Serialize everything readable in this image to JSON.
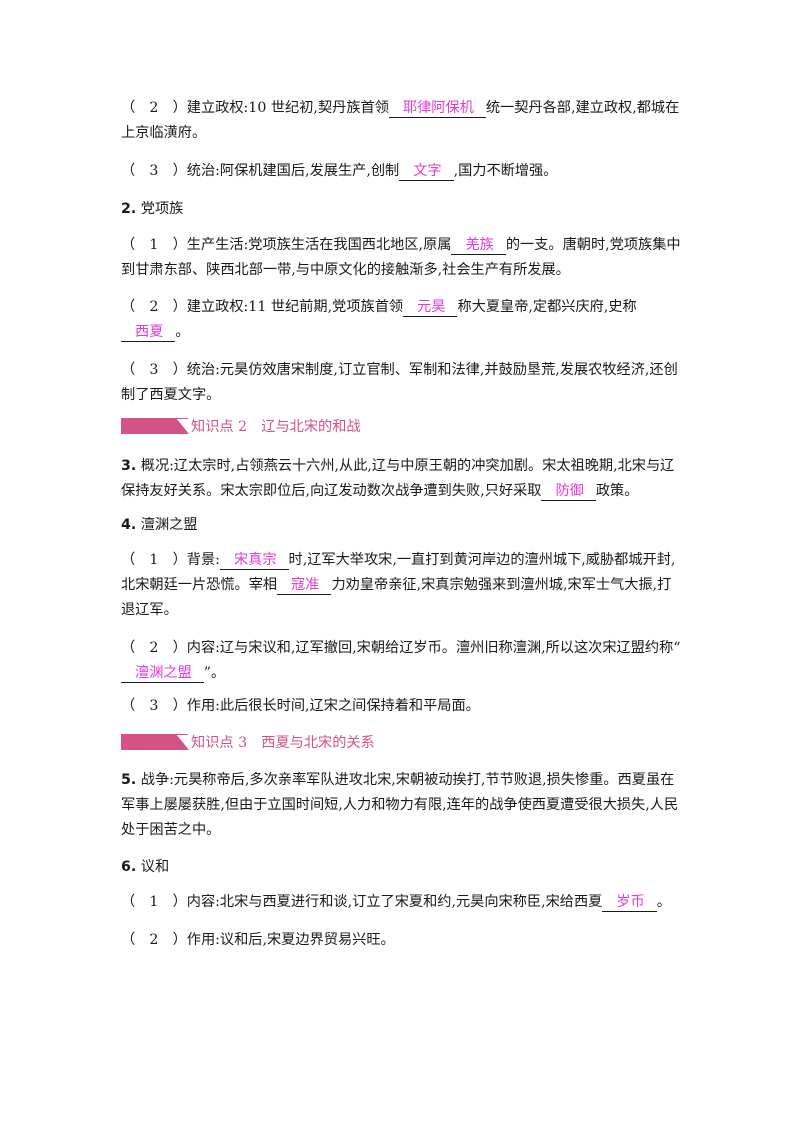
{
  "p1": {
    "pre": "（　2　）建立政权:10 世纪初,契丹族首领",
    "ans": "耶律阿保机",
    "post": "统一契丹各部,建立政权,都城在上京临潢府。"
  },
  "p2": {
    "pre": "（　3　）统治:阿保机建国后,发展生产,创制",
    "ans": "文字",
    "post": ",国力不断增强。"
  },
  "h2": {
    "num": "2.",
    "text": " 党项族"
  },
  "p3": {
    "pre": "（　1　）生产生活:党项族生活在我国西北地区,原属",
    "ans": "羌族",
    "post": "的一支。唐朝时,党项族集中到甘肃东部、陕西北部一带,与中原文化的接触渐多,社会生产有所发展。"
  },
  "p4": {
    "pre": "（　2　）建立政权:11 世纪前期,党项族首领",
    "ans": "元昊",
    "mid": "称大夏皇帝,定都兴庆府,史称",
    "ans2": "西夏",
    "post": "。"
  },
  "p5": {
    "text": "（　3　）统治:元昊仿效唐宋制度,订立官制、军制和法律,并鼓励垦荒,发展农牧经济,还创制了西夏文字。"
  },
  "sec2": {
    "text": "知识点 2　辽与北宋的和战"
  },
  "p6": {
    "num": "3.",
    "pre": " 概况:辽太宗时,占领燕云十六州,从此,辽与中原王朝的冲突加剧。宋太祖晚期,北宋与辽保持友好关系。宋太宗即位后,向辽发动数次战争遭到失败,只好采取",
    "ans": "防御",
    "post": "政策。"
  },
  "h4": {
    "num": "4.",
    "text": " 澶渊之盟"
  },
  "p7": {
    "pre": "（　1　）背景:",
    "ans": "宋真宗",
    "mid": "时,辽军大举攻宋,一直打到黄河岸边的澶州城下,威胁都城开封,北宋朝廷一片恐慌。宰相",
    "ans2": "寇准",
    "post": "力劝皇帝亲征,宋真宗勉强来到澶州城,宋军士气大振,打退辽军。"
  },
  "p8": {
    "pre": "（　2　）内容:辽与宋议和,辽军撤回,宋朝给辽岁币。澶州旧称澶渊,所以这次宋辽盟约称“",
    "ans": "澶渊之盟",
    "post": "”。"
  },
  "p9": {
    "text": "（　3　）作用:此后很长时间,辽宋之间保持着和平局面。"
  },
  "sec3": {
    "text": "知识点 3　西夏与北宋的关系"
  },
  "p10": {
    "num": "5.",
    "text": " 战争:元昊称帝后,多次亲率军队进攻北宋,宋朝被动挨打,节节败退,损失惨重。西夏虽在军事上屡屡获胜,但由于立国时间短,人力和物力有限,连年的战争使西夏遭受很大损失,人民处于困苦之中。"
  },
  "h6": {
    "num": "6.",
    "text": " 议和"
  },
  "p11": {
    "pre": "（　1　）内容:北宋与西夏进行和谈,订立了宋夏和约,元昊向宋称臣,宋给西夏",
    "ans": "岁币",
    "post": "。"
  },
  "p12": {
    "text": "（　2　）作用:议和后,宋夏边界贸易兴旺。"
  },
  "colors": {
    "answer": "#e23cd6",
    "section": "#d55287"
  }
}
